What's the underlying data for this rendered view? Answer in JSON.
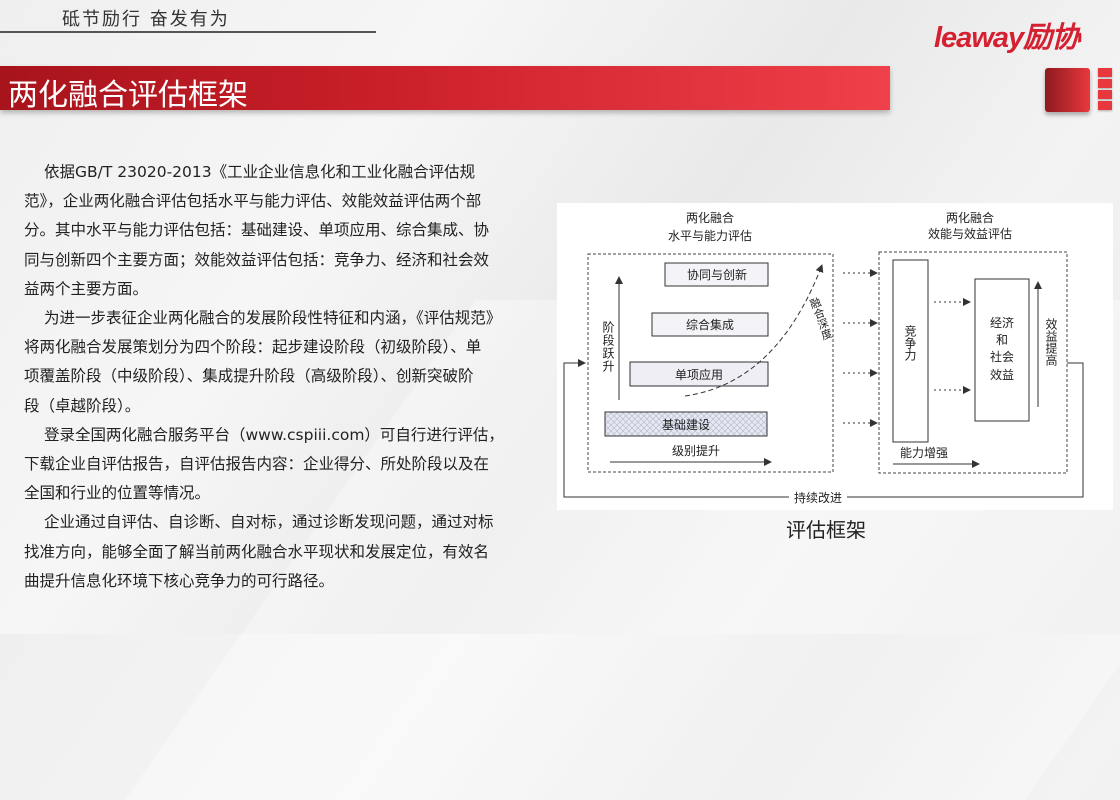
{
  "header": {
    "motto": "砥节励行  奋发有为",
    "logo": "leaway励协",
    "title": "两化融合评估框架"
  },
  "body": {
    "lines": [
      "依据GB/T 23020-2013《工业企业信息化和工业化融合评估规",
      "范》，企业两化融合评估包括水平与能力评估、效能效益评估两个部",
      "分。其中水平与能力评估包括：基础建设、单项应用、综合集成、协",
      "同与创新四个主要方面；效能效益评估包括：竞争力、经济和社会效",
      "益两个主要方面。",
      "为进一步表征企业两化融合的发展阶段性特征和内涵，《评估规范》",
      "将两化融合发展策划分为四个阶段：起步建设阶段（初级阶段）、单",
      "项覆盖阶段（中级阶段）、集成提升阶段（高级阶段）、创新突破阶",
      "段（卓越阶段）。",
      "登录全国两化融合服务平台（www.cspiii.com）可自行进行评估，",
      "下载企业自评估报告，自评估报告内容：企业得分、所处阶段以及在",
      "全国和行业的位置等情况。",
      "企业通过自评估、自诊断、自对标，通过诊断发现问题，通过对标",
      "找准方向，能够全面了解当前两化融合水平现状和发展定位，有效名",
      "曲提升信息化环境下核心竞争力的可行路径。"
    ]
  },
  "figure": {
    "caption": "评估框架",
    "left_title_1": "两化融合",
    "left_title_2": "水平与能力评估",
    "right_title_1": "两化融合",
    "right_title_2": "效能与效益评估",
    "box_1": "协同与创新",
    "box_2": "综合集成",
    "box_3": "单项应用",
    "box_4": "基础建设",
    "stage_label": "阶段跃升",
    "level_label": "级别提升",
    "depth_label": "融合深度",
    "competitiveness": "竞争力",
    "econ_1": "经济",
    "econ_2": "和",
    "econ_3": "社会",
    "econ_4": "效益",
    "benefit_label": "效益提高",
    "ability_label": "能力增强",
    "loop_label": "持续改进"
  }
}
